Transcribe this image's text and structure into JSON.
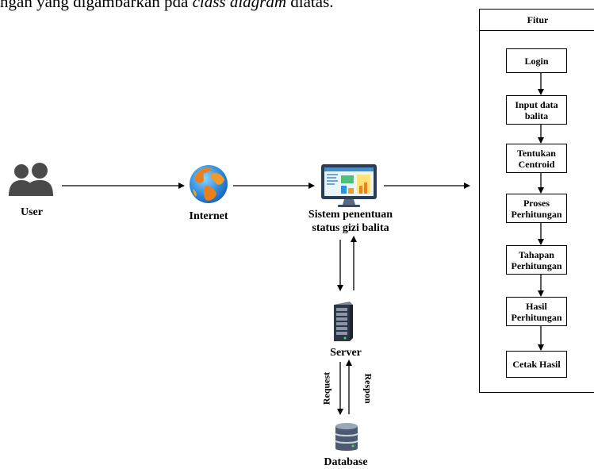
{
  "caption": {
    "text_a": "ngan yang digambarkan pda ",
    "text_b": "class diagram",
    "text_c": " diatas."
  },
  "nodes": {
    "user": "User",
    "internet": "Internet",
    "system_line1": "Sistem penentuan",
    "system_line2": "status gizi balita",
    "server": "Server",
    "database": "Database"
  },
  "edge_labels": {
    "request": "Request",
    "respon": "Respon"
  },
  "features": {
    "title": "Fitur",
    "steps": [
      {
        "line1": "Login",
        "line2": ""
      },
      {
        "line1": "Input data",
        "line2": "balita"
      },
      {
        "line1": "Tentukan",
        "line2": "Centroid"
      },
      {
        "line1": "Proses",
        "line2": "Perhitungan"
      },
      {
        "line1": "Tahapan",
        "line2": "Perhitungan"
      },
      {
        "line1": "Hasil",
        "line2": "Perhitungan"
      },
      {
        "line1": "Cetak Hasil",
        "line2": ""
      }
    ]
  }
}
